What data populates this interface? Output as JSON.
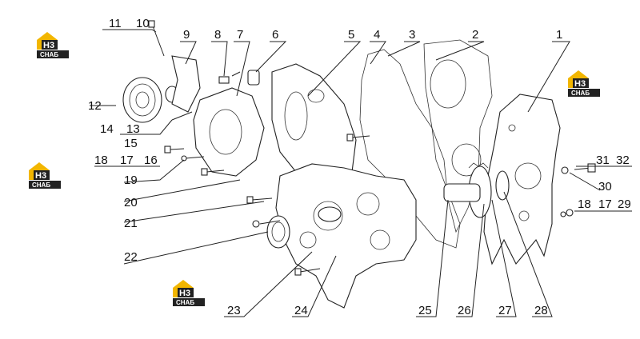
{
  "diagram": {
    "callouts": [
      "1",
      "2",
      "3",
      "4",
      "5",
      "6",
      "7",
      "8",
      "9",
      "10",
      "11",
      "12",
      "13",
      "14",
      "15",
      "16",
      "17",
      "18",
      "19",
      "20",
      "21",
      "22",
      "23",
      "24",
      "25",
      "26",
      "27",
      "28",
      "29",
      "30",
      "31",
      "32",
      "18",
      "17"
    ],
    "logo": {
      "mark": "H3",
      "caption": "СНАБ",
      "color": "#f2b600"
    }
  }
}
